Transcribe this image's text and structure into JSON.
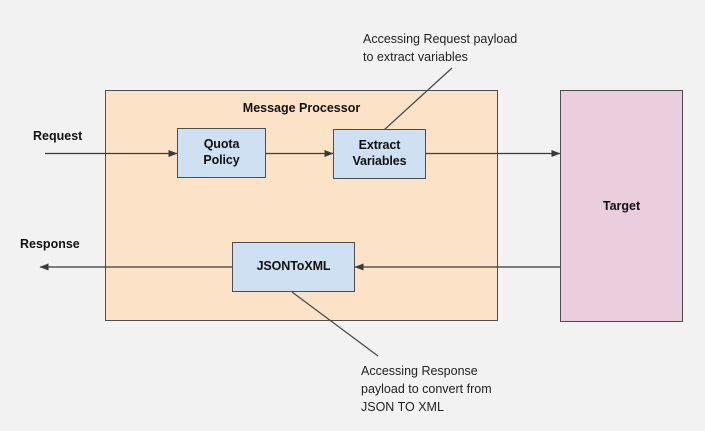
{
  "diagram": {
    "title": "Message Processor request/response policy flow",
    "background_color": "#f2f2f2",
    "container": {
      "label": "Message Processor",
      "fill": "#fce3c8",
      "stroke": "#4d4d4d"
    },
    "target": {
      "label": "Target",
      "fill": "#ebcedd",
      "stroke": "#4d4d4d"
    },
    "policies": [
      {
        "id": "quota-policy",
        "label": "Quota\nPolicy",
        "line1": "Quota",
        "line2": "Policy",
        "fill": "#cfe0f3"
      },
      {
        "id": "extract-variables",
        "label": "Extract\nVariables",
        "line1": "Extract",
        "line2": "Variables",
        "fill": "#cfe0f3"
      },
      {
        "id": "jsontoxml",
        "label": "JSONToXML",
        "line1": "JSONToXML",
        "line2": "",
        "fill": "#cfe0f3"
      }
    ],
    "flow_labels": {
      "request": "Request",
      "response": "Response"
    },
    "annotations": [
      {
        "id": "request-annotation",
        "text": "Accessing Request payload\nto extract variables",
        "points_to": "extract-variables"
      },
      {
        "id": "response-annotation",
        "text": "Accessing Response\npayload to convert from\nJSON TO XML",
        "points_to": "jsontoxml"
      }
    ],
    "arrow_color": "#3a3a3a"
  }
}
